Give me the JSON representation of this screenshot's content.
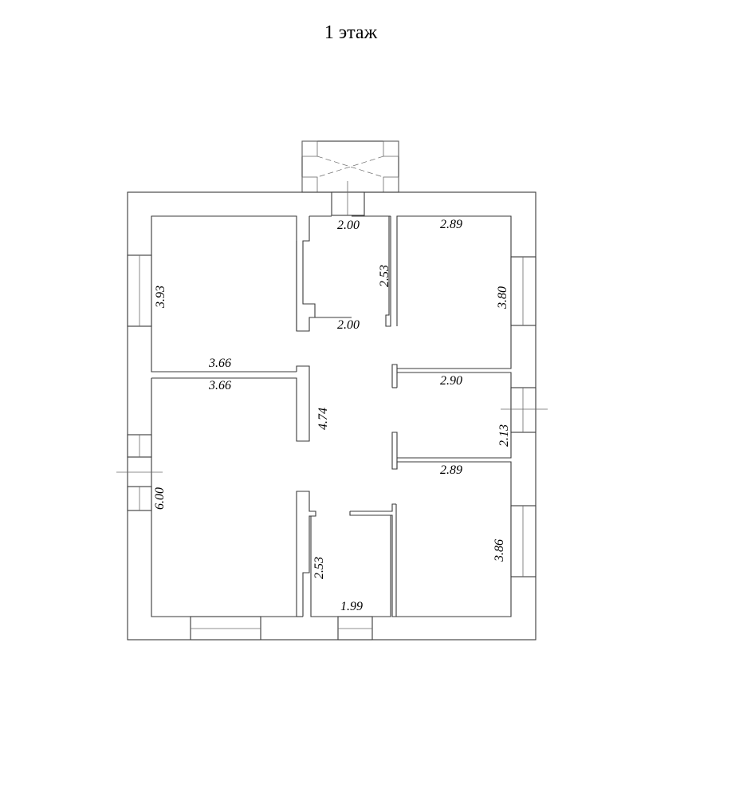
{
  "title": "1 этаж",
  "colors": {
    "background": "#ffffff",
    "lines": "#3a3a3a",
    "text": "#000000"
  },
  "dimensions": {
    "top_left_room_height": "3.93",
    "top_left_room_width": "3.66",
    "vestibule_top_width": "2.00",
    "vestibule_height": "2.53",
    "vestibule_bottom_width": "2.00",
    "top_right_room_width": "2.89",
    "top_right_room_height": "3.80",
    "bottom_left_room_width": "3.66",
    "hall_length": "4.74",
    "middle_right_room_width": "2.90",
    "middle_right_room_height": "2.13",
    "bottom_right_room_width": "2.89",
    "bottom_left_room_height": "6.00",
    "bathroom_height": "2.53",
    "bottom_right_room_height": "3.86",
    "bathroom_width": "1.99"
  }
}
